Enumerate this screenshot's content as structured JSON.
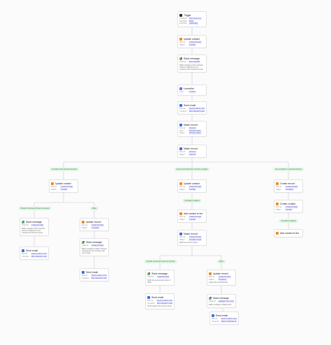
{
  "colors": {
    "wire": "#c9c9cf",
    "branch_label_bg": "#dff5e3",
    "branch_label_text": "#2a7a3a"
  },
  "nodes": {
    "trigger": {
      "icon": "trigger-icon",
      "title": "Trigger",
      "fields": [
        [
          "Collection",
          "New rows only"
        ],
        [
          "Schedule",
          "Daily"
        ],
        [
          "Processing order",
          "Ascending"
        ]
      ]
    },
    "update_contact_1": {
      "icon": "attio-icon",
      "title": "Update contact",
      "fields": [
        [
          "Run as",
          "Create Ronald"
        ],
        [
          "Object",
          "Contact"
        ]
      ]
    },
    "slack_message_1": {
      "icon": "slack-icon",
      "title": "Slack message",
      "fields": [
        [
          "Channel",
          "#inc-contacts"
        ]
      ],
      "desc": "Slack message to #inc-contacts channel notifying the new company name and last contact"
    },
    "lemonlist": {
      "icon": "lemlist-icon",
      "title": "Lemonlist",
      "fields": [
        [
          "Type",
          "Custom"
        ]
      ]
    },
    "send_email_1": {
      "icon": "email-icon",
      "title": "Send email",
      "fields": [
        [
          "Run as",
          "Send email to contact"
        ],
        [
          "Contents",
          "We received a new account"
        ]
      ]
    },
    "match_record_1": {
      "icon": "match-icon",
      "title": "Match record",
      "fields": [
        [
          "Run as",
          "Account"
        ],
        [
          "Filter",
          "Account name"
        ],
        [
          "Object",
          "Account name"
        ]
      ]
    },
    "match_record_2": {
      "icon": "match-icon",
      "title": "Match record",
      "fields": [
        [
          "Run as",
          "Account"
        ],
        [
          "Object",
          "Account"
        ]
      ]
    },
    "update_contact_l": {
      "icon": "attio-icon",
      "title": "Update contact",
      "fields": [
        [
          "Run as",
          "Create Ronald"
        ],
        [
          "Object",
          "Contact"
        ]
      ]
    },
    "update_contact_m": {
      "icon": "attio-icon",
      "title": "Update contact",
      "fields": [
        [
          "Run as",
          "Create Ronald"
        ],
        [
          "Object",
          "Contact"
        ]
      ]
    },
    "create_record_r": {
      "icon": "attio-icon",
      "title": "Create record",
      "fields": [
        [
          "Run as",
          "Create Ronald"
        ],
        [
          "Object",
          "Company"
        ]
      ]
    },
    "create_contact_r": {
      "icon": "attio-icon",
      "title": "Create contact",
      "fields": [
        [
          "Run as",
          "Create Ronald"
        ],
        [
          "Object",
          "Contact"
        ]
      ]
    },
    "add_contact_list_r": {
      "icon": "attio-icon",
      "title": "Add contact to list",
      "fields": []
    },
    "slack_message_ll": {
      "icon": "slack-icon",
      "title": "Slack message",
      "fields": [
        [
          "Channel",
          "Create Ronald"
        ]
      ],
      "desc": "Slack message to #inc-partners channel notifying the new company and account owner"
    },
    "send_email_ll": {
      "icon": "email-icon",
      "title": "Send email",
      "fields": [
        [
          "Run as",
          "Send email to contact"
        ],
        [
          "Contents",
          "We received a new account"
        ]
      ]
    },
    "update_record_lr": {
      "icon": "attio-icon",
      "title": "Update record",
      "fields": [
        [
          "Run as",
          "Create Ronald"
        ],
        [
          "Object",
          "Company"
        ]
      ]
    },
    "slack_message_lr": {
      "icon": "slack-icon",
      "title": "Slack message",
      "fields": [
        [
          "Channel",
          "Create Ronald"
        ]
      ],
      "desc": "Slack message to #sales channel notifying the new company and new contact"
    },
    "send_email_lr": {
      "icon": "email-icon",
      "title": "Send email",
      "fields": [
        [
          "Run as",
          "Send email to owner"
        ],
        [
          "Contents",
          "We received a new account"
        ]
      ]
    },
    "add_contact_list_m": {
      "icon": "attio-icon",
      "title": "Add contact to list",
      "fields": [
        [
          "Run as",
          "Create Ronald"
        ],
        [
          "Object",
          "Contact"
        ]
      ]
    },
    "match_record_m": {
      "icon": "match-icon",
      "title": "Match record",
      "fields": [
        [
          "Run as",
          "Create Ronald"
        ],
        [
          "Object",
          "Contact record"
        ]
      ],
      "desc": "Match an account owner"
    },
    "slack_message_ml": {
      "icon": "slack-icon",
      "title": "Slack message",
      "fields": [
        [
          "Channel",
          "Create Ronald"
        ]
      ],
      "desc": "Notify the new account owner in Slack"
    },
    "send_email_ml": {
      "icon": "email-icon",
      "title": "Send email",
      "fields": [
        [
          "Run as",
          "Send email to owner"
        ],
        [
          "Contents",
          "We received a new"
        ]
      ],
      "desc": "Send email to the account owner"
    },
    "update_record_mr": {
      "icon": "attio-icon",
      "title": "Update record",
      "fields": [
        [
          "Run as",
          "Create Ronald"
        ],
        [
          "Object",
          "Company"
        ]
      ],
      "desc": "Output list of all Slack IDs"
    },
    "slack_message_mr": {
      "icon": "slack-icon",
      "title": "Slack message",
      "fields": [
        [
          "Channel",
          "Highlight new owners"
        ]
      ],
      "desc": "Slack message to #sales-team"
    },
    "send_email_mr": {
      "icon": "email-icon",
      "title": "Send email",
      "fields": [
        [
          "Run as",
          "Send email to owner"
        ],
        [
          "Contents",
          "We've matched your"
        ]
      ]
    }
  },
  "labels": {
    "contact_account_found": "Contact and account found",
    "account_found_no_contact": "Account found but not the contact",
    "no_contact_account_found": "No contact or account found",
    "check_account_owner_left": "Check if account has an owner",
    "else_left": "Else",
    "contact_created": "Contact created",
    "contact_created_right": "Contact created",
    "check_account_owner_mid": "Check if account has an owner",
    "else_mid": "Else"
  }
}
